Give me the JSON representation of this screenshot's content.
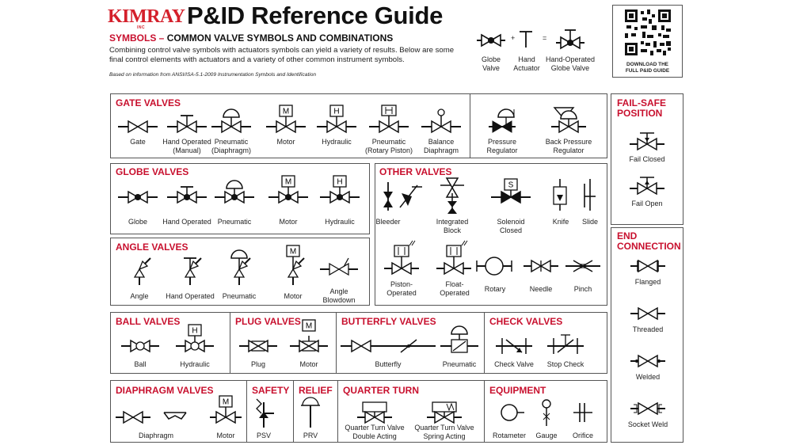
{
  "header": {
    "logo": "KIMRAY",
    "logo_sub": "INC",
    "title": "P&ID Reference Guide",
    "subtitle_red": "SYMBOLS –",
    "subtitle_rest": " COMMON VALVE SYMBOLS AND COMBINATIONS",
    "description": "Combining control valve symbols with actuators symbols can yield a variety of results. Below are some final control elements with actuators and a variety of other common instrument symbols.",
    "based_on": "Based on information from ANSI/ISA-5.1-2009 Instrumentation Symbols and Identification"
  },
  "equation": {
    "plus": "+",
    "equals": "=",
    "item1": "Globe\nValve",
    "item2": "Hand\nActuator",
    "item3": "Hand-Operated\nGlobe Valve"
  },
  "qr": {
    "caption": "DOWNLOAD THE\nFULL P&ID GUIDE"
  },
  "sections": {
    "gate": {
      "title": "GATE VALVES",
      "items": [
        "Gate",
        "Hand Operated\n(Manual)",
        "Pneumatic\n(Diaphragm)",
        "Motor",
        "Hydraulic",
        "Pneumatic\n(Rotary Piston)",
        "Balance\nDiaphragm",
        "Pressure\nRegulator",
        "Back Pressure\nRegulator"
      ]
    },
    "failsafe": {
      "title": "FAIL-SAFE\nPOSITION",
      "items": [
        "Fail Closed",
        "Fail Open"
      ]
    },
    "globe": {
      "title": "GLOBE VALVES",
      "items": [
        "Globe",
        "Hand Operated",
        "Pneumatic",
        "Motor",
        "Hydraulic"
      ]
    },
    "other": {
      "title": "OTHER VALVES",
      "items": [
        "Bleeder",
        "Integrated\nBlock",
        "Solenoid\nClosed",
        "Knife",
        "Slide",
        "Piston-\nOperated",
        "Float-\nOperated",
        "Rotary",
        "Needle",
        "Pinch"
      ]
    },
    "end": {
      "title": "END\nCONNECTION",
      "items": [
        "Flanged",
        "Threaded",
        "Welded",
        "Socket Weld"
      ]
    },
    "angle": {
      "title": "ANGLE VALVES",
      "items": [
        "Angle",
        "Hand Operated",
        "Pneumatic",
        "Motor",
        "Angle\nBlowdown"
      ]
    },
    "ball": {
      "title": "BALL VALVES",
      "items": [
        "Ball",
        "Hydraulic"
      ]
    },
    "plug": {
      "title": "PLUG VALVES",
      "items": [
        "Plug",
        "Motor"
      ]
    },
    "butterfly": {
      "title": "BUTTERFLY VALVES",
      "items": [
        "Butterfly",
        "Pneumatic"
      ]
    },
    "check": {
      "title": "CHECK VALVES",
      "items": [
        "Check Valve",
        "Stop Check"
      ]
    },
    "diaphragm": {
      "title": "DIAPHRAGM VALVES",
      "items": [
        "Diaphragm",
        "Motor"
      ]
    },
    "safety": {
      "title": "SAFETY",
      "items": [
        "PSV"
      ]
    },
    "relief": {
      "title": "RELIEF",
      "items": [
        "PRV"
      ]
    },
    "quarter": {
      "title": "QUARTER TURN",
      "items": [
        "Quarter Turn Valve\nDouble Acting",
        "Quarter Turn Valve\nSpring Acting"
      ]
    },
    "equipment": {
      "title": "EQUIPMENT",
      "items": [
        "Rotameter",
        "Gauge",
        "Orifice"
      ]
    }
  },
  "actuator_letters": {
    "motor": "M",
    "hydraulic": "H",
    "solenoid": "S"
  },
  "colors": {
    "brand_red": "#c8102e",
    "line": "#111111",
    "border": "#555555"
  }
}
